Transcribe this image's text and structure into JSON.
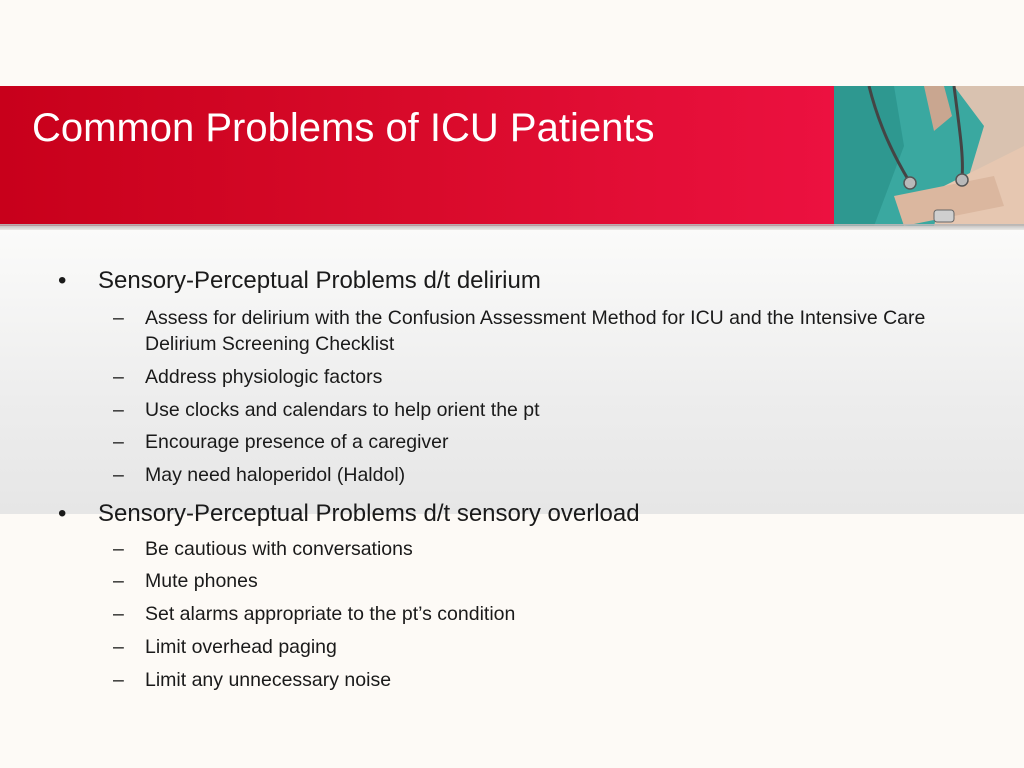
{
  "slide": {
    "title": "Common Problems of ICU Patients",
    "accent_color": "#d80a2a",
    "photo_description_icon": "clinician-stethoscope-photo"
  },
  "bullets": [
    {
      "text": "Sensory-Perceptual Problems d/t delirium",
      "sub": [
        "Assess for delirium with the Confusion Assessment Method for ICU and the Intensive Care Delirium Screening Checklist",
        "Address physiologic factors",
        "Use clocks and calendars to help orient the pt",
        "Encourage presence of a caregiver",
        "May need haloperidol (Haldol)"
      ]
    },
    {
      "text": "Sensory-Perceptual Problems d/t sensory overload",
      "sub": [
        "Be cautious with conversations",
        "Mute phones",
        "Set alarms appropriate to the pt’s condition",
        "Limit overhead paging",
        "Limit any unnecessary noise"
      ]
    }
  ],
  "marks": {
    "bullet": "•",
    "dash": "–"
  }
}
